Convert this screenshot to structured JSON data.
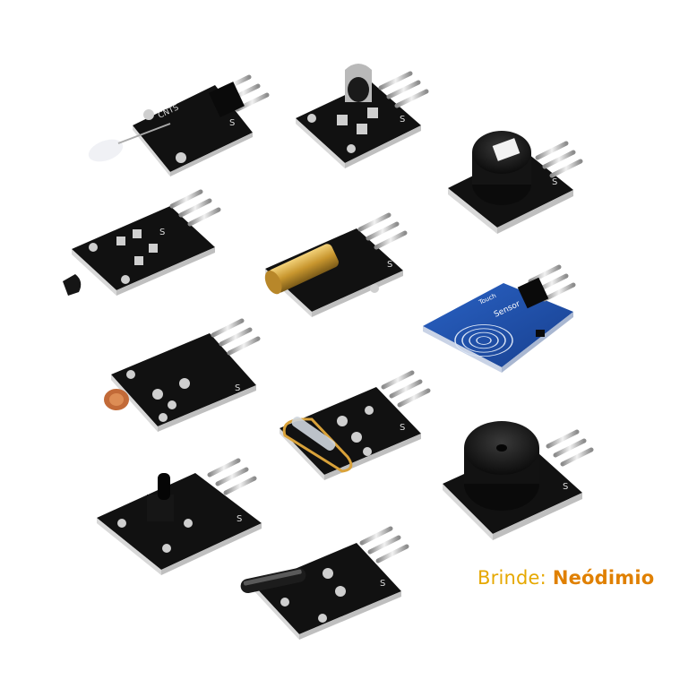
{
  "caption": {
    "label": "Brinde:",
    "value": "Neódimio"
  },
  "modules": [
    {
      "name": "ir-led-module",
      "pin_label": "S"
    },
    {
      "name": "ir-receiver-module",
      "pin_label": "S"
    },
    {
      "name": "active-buzzer-module",
      "pin_label": "S"
    },
    {
      "name": "temperature-sensor-module",
      "pin_label": "S"
    },
    {
      "name": "laser-module",
      "pin_label": "S"
    },
    {
      "name": "touch-sensor-module",
      "pin_label": "Sensor",
      "sub_label": "Touch"
    },
    {
      "name": "photoresistor-module",
      "pin_label": "S"
    },
    {
      "name": "reed-switch-module",
      "pin_label": "S"
    },
    {
      "name": "passive-buzzer-module",
      "pin_label": "S"
    },
    {
      "name": "tap-switch-module",
      "pin_label": "S"
    },
    {
      "name": "tilt-switch-module",
      "pin_label": "S"
    }
  ],
  "colors": {
    "pcb_black": "#111111",
    "pcb_blue": "#1d4fa8",
    "caption_label": "#e6a800",
    "caption_value": "#e08000"
  }
}
